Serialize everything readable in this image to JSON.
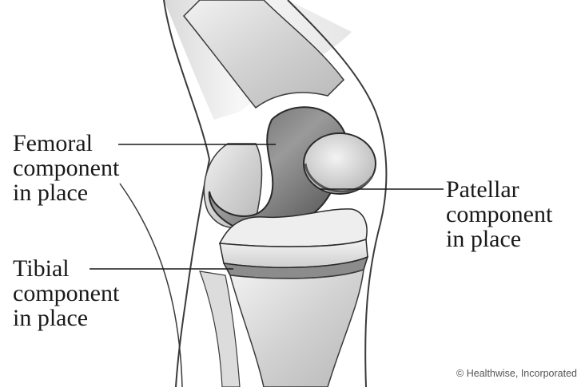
{
  "labels": {
    "femoral": {
      "line1": "Femoral",
      "line2": "component",
      "line3": "in place"
    },
    "patellar": {
      "line1": "Patellar",
      "line2": "component",
      "line3": "in place"
    },
    "tibial": {
      "line1": "Tibial",
      "line2": "component",
      "line3": "in place"
    }
  },
  "credit": "© Healthwise, Incorporated",
  "colors": {
    "background": "#ffffff",
    "bone": "#d6d6d6",
    "implant_metal": "#7d7d7d",
    "plastic_insert": "#ebebeb",
    "outline": "#3a3a3a"
  }
}
